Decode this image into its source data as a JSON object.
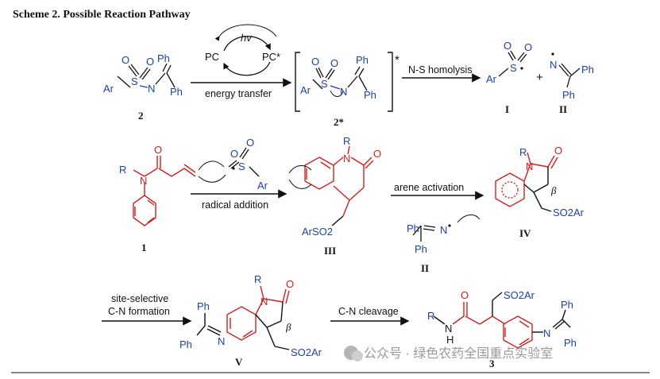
{
  "title": "Scheme 2. Possible Reaction Pathway",
  "row1": {
    "hv": "hv",
    "pc": "PC",
    "pc_excited": "PC*",
    "energy_transfer": "energy transfer",
    "ns_homolysis": "N-S homolysis",
    "star": "*",
    "plus": "+",
    "labels": {
      "cmpd2": "2",
      "cmpd2star": "2*",
      "I": "I",
      "II": "II"
    }
  },
  "row2": {
    "radical_addition": "radical addition",
    "arene_activation": "arene activation",
    "beta": "β",
    "labels": {
      "cmpd1": "1",
      "III": "III",
      "IV": "IV",
      "II": "II"
    }
  },
  "row3": {
    "site_selective_1": "site-selective",
    "site_selective_2": "C-N formation",
    "cn_cleavage": "C-N cleavage",
    "beta": "β",
    "labels": {
      "V": "V",
      "cmpd3": "3"
    }
  },
  "atoms": {
    "Ar": "Ar",
    "S": "S",
    "O": "O",
    "N": "N",
    "Ph": "Ph",
    "R": "R",
    "H": "H",
    "SO2Ar": "SO2Ar",
    "ArSO2": "ArSO2"
  },
  "watermark": "公众号 · 绿色农药全国重点实验室",
  "colors": {
    "red": "#d21f1f",
    "blue": "#1f3fa8",
    "black": "#111111",
    "grey": "#9a9a9a"
  }
}
